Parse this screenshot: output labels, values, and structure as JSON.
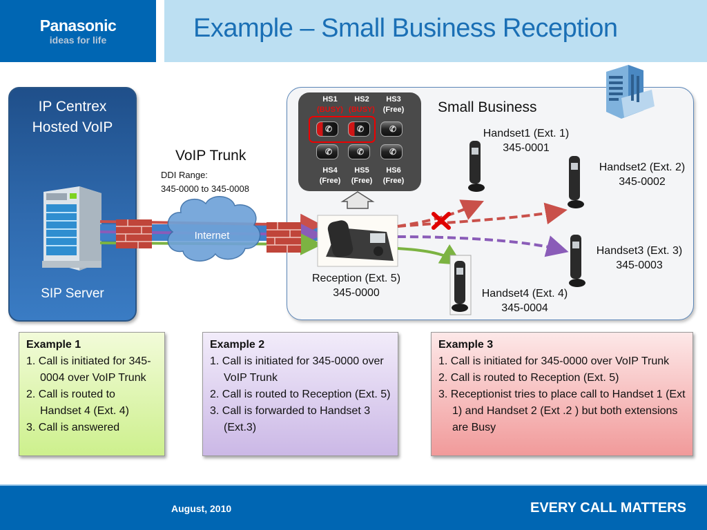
{
  "header": {
    "brand": "Panasonic",
    "tagline": "ideas for life",
    "title": "Example – Small Business Reception"
  },
  "hosted": {
    "title_line1": "IP Centrex",
    "title_line2": "Hosted VoIP",
    "server_label": "SIP Server",
    "icon": "server-icon"
  },
  "trunk": {
    "title": "VoIP Trunk",
    "ddi_label": "DDI Range:",
    "ddi_range": "345-0000 to 345-0008",
    "cloud_label": "Internet"
  },
  "business": {
    "title": "Small Business",
    "icon": "office-building-icon"
  },
  "console": {
    "handsets": [
      {
        "id": "HS1",
        "status": "(BUSY)",
        "busy": true
      },
      {
        "id": "HS2",
        "status": "(BUSY)",
        "busy": true
      },
      {
        "id": "HS3",
        "status": "(Free)",
        "busy": false
      },
      {
        "id": "HS4",
        "status": "(Free)",
        "busy": false
      },
      {
        "id": "HS5",
        "status": "(Free)",
        "busy": false
      },
      {
        "id": "HS6",
        "status": "(Free)",
        "busy": false
      }
    ],
    "key_glyph": "✆"
  },
  "reception": {
    "name": "Reception (Ext. 5)",
    "number": "345-0000"
  },
  "handsets": [
    {
      "name": "Handset1 (Ext. 1)",
      "number": "345-0001"
    },
    {
      "name": "Handset2 (Ext. 2)",
      "number": "345-0002"
    },
    {
      "name": "Handset3 (Ext. 3)",
      "number": "345-0003"
    },
    {
      "name": "Handset4 (Ext. 4)",
      "number": "345-0004"
    }
  ],
  "colors": {
    "brand_blue": "#0066b3",
    "flow_busy": "#c9504a",
    "flow_forward": "#8a5cb8",
    "flow_answer": "#7cb342",
    "blocked": "#e00000"
  },
  "examples": [
    {
      "title": "Example 1",
      "steps": [
        "1. Call is initiated for 345-0004 over VoIP Trunk",
        "2. Call is routed to Handset 4 (Ext. 4)",
        "3. Call is answered"
      ]
    },
    {
      "title": "Example 2",
      "steps": [
        "1. Call is initiated for 345-0000 over VoIP Trunk",
        "2. Call is routed to Reception (Ext. 5)",
        "3. Call is forwarded to Handset 3 (Ext.3)"
      ]
    },
    {
      "title": "Example 3",
      "steps": [
        "1. Call is initiated for 345-0000 over VoIP Trunk",
        "2. Call is routed to Reception (Ext. 5)",
        "3. Receptionist tries to place call to Handset 1 (Ext 1) and Handset 2 (Ext .2 ) but both extensions are Busy"
      ]
    }
  ],
  "footer": {
    "date": "August, 2010",
    "slogan": "EVERY CALL MATTERS"
  }
}
